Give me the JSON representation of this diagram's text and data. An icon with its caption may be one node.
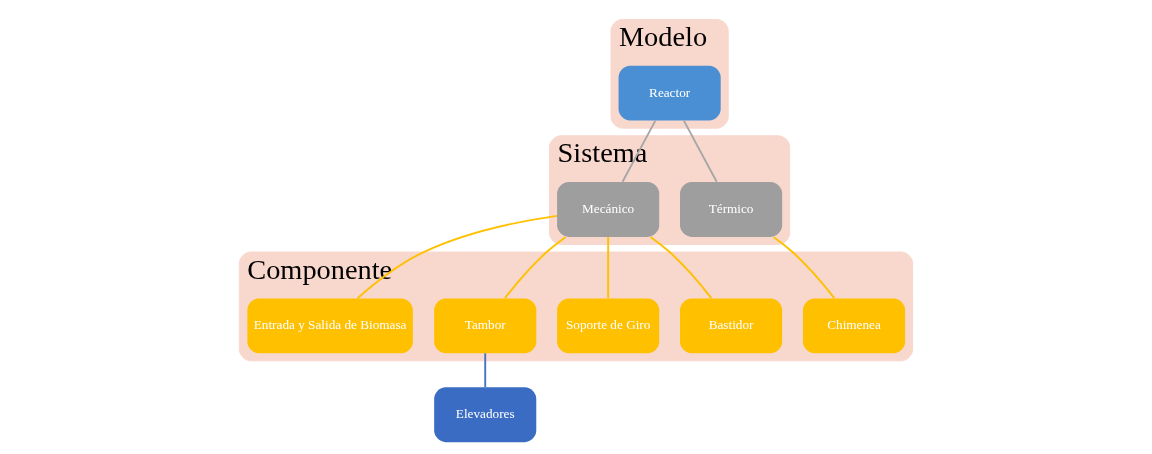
{
  "diagram": {
    "nodes": [
      {
        "text": [
          "Modelo"
        ]
      },
      {
        "text": [
          "Reactor"
        ],
        "in": 0
      },
      {
        "text": [
          "Sistema"
        ]
      },
      {
        "text": [
          "Térmico"
        ],
        "in": 2
      },
      {
        "text": [
          "Mecánico"
        ],
        "in": 2
      },
      {
        "text": [
          "Componente"
        ]
      },
      {
        "text": [
          "Chimenea"
        ],
        "in": 5
      },
      {
        "text": [
          "Bastidor"
        ],
        "in": 5
      },
      {
        "text": [
          "Soporte de Giro"
        ],
        "in": 5
      },
      {
        "text": [
          "Tambor"
        ],
        "in": 5
      },
      {
        "text": [
          "Entrada y Salida de Biomasa"
        ],
        "in": 5
      },
      {
        "text": [
          "Elevadores"
        ]
      }
    ],
    "edges": [
      {
        "from": 1,
        "to": 3,
        "arrow": "none",
        "color": "#a6a6a6"
      },
      {
        "from": 1,
        "to": 4,
        "arrow": "none",
        "color": "#a6a6a6"
      },
      {
        "from": 3,
        "to": 6,
        "arrow": "none"
      },
      {
        "from": 4,
        "to": 7,
        "arrow": "none"
      },
      {
        "from": 4,
        "to": 8,
        "arrow": "none"
      },
      {
        "from": 4,
        "to": 9,
        "arrow": "none"
      },
      {
        "from": 4,
        "to": 10,
        "arrow": "none"
      },
      {
        "from": 9,
        "to": 11,
        "arrow": "none",
        "color": "#4472c4"
      }
    ]
  }
}
